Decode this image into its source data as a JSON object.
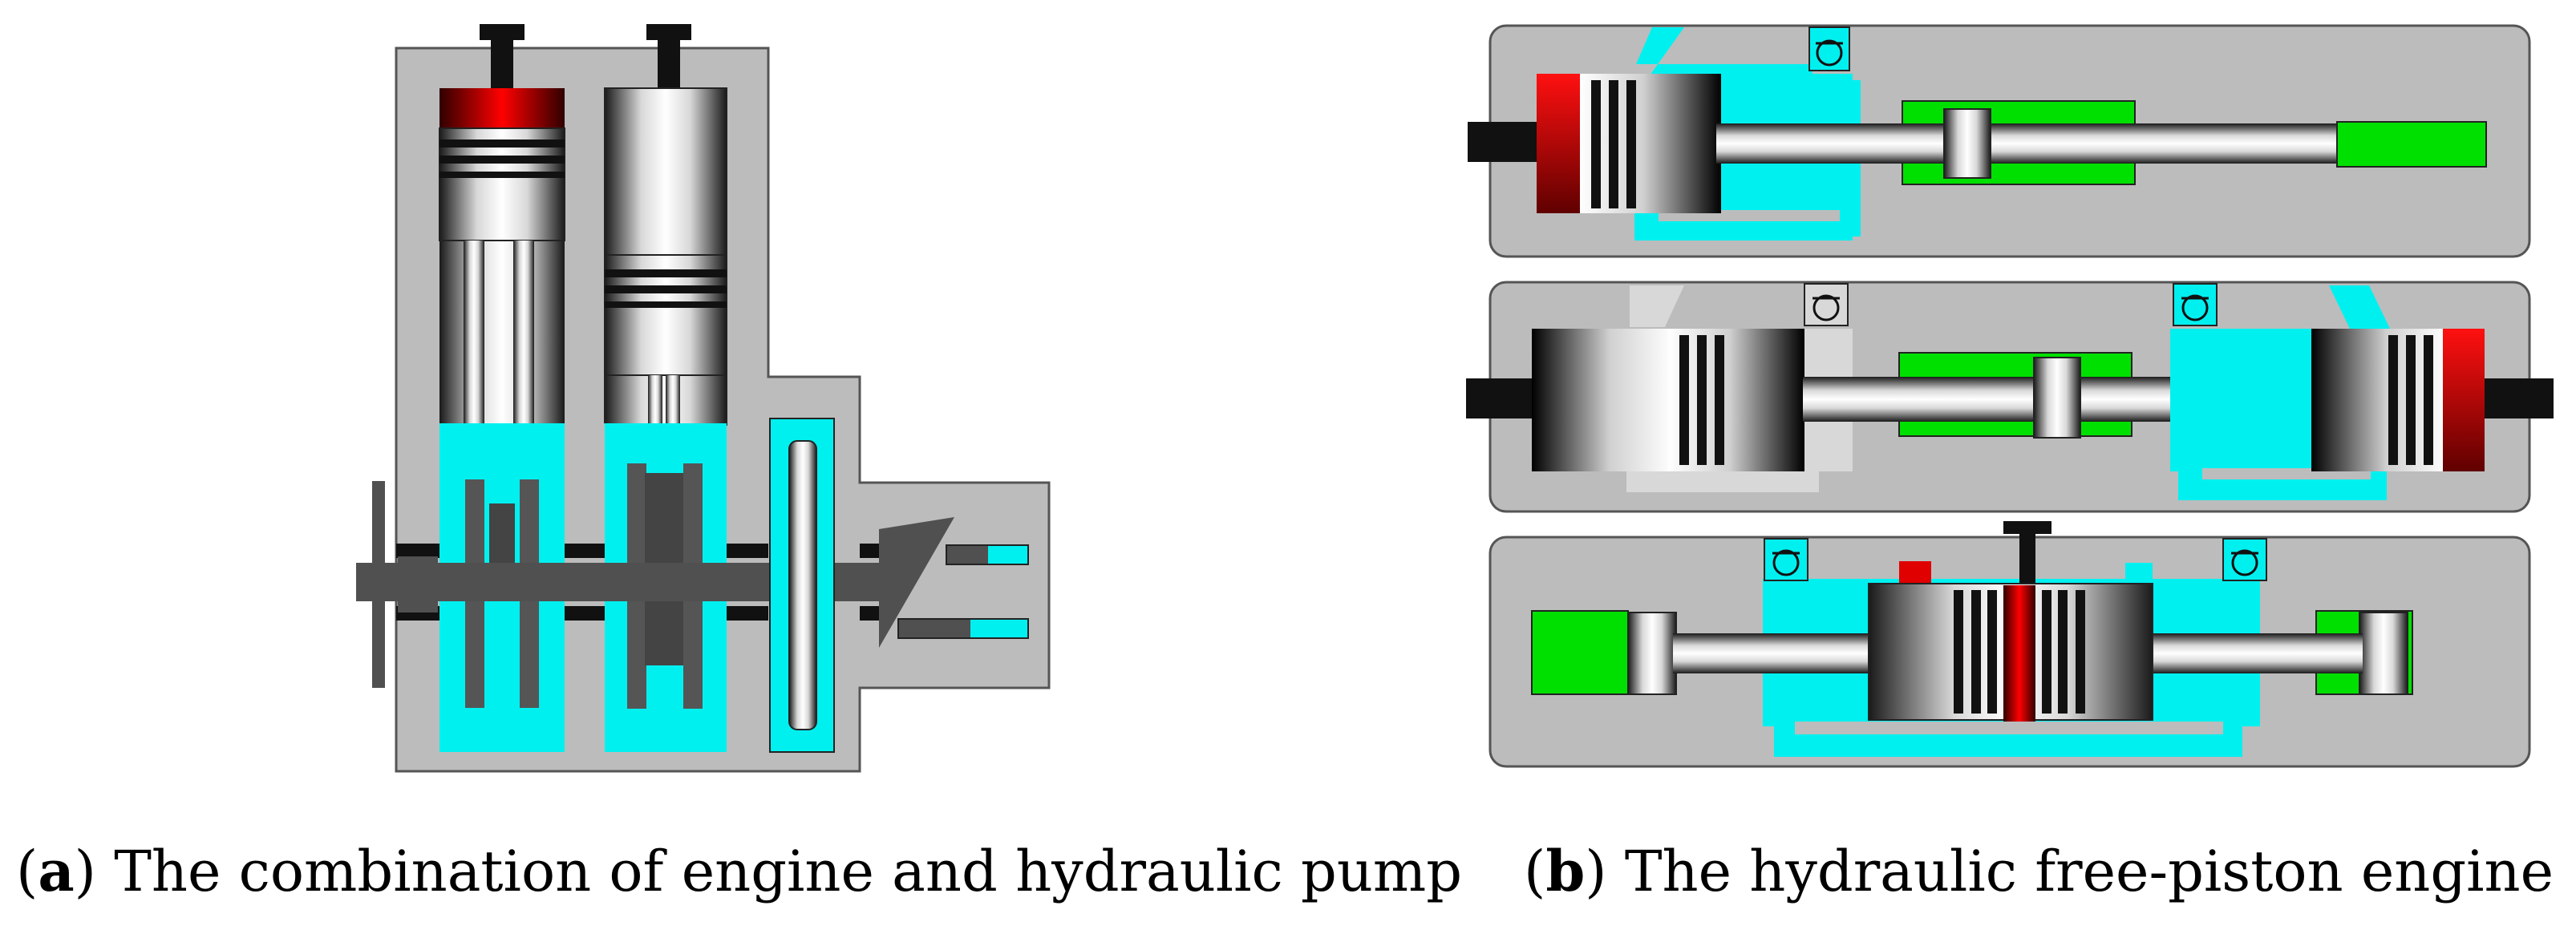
{
  "captions": {
    "a": {
      "letter": "a",
      "text": " The combination of engine and hydraulic pump"
    },
    "b": {
      "letter": "b",
      "text": " The hydraulic free-piston engine"
    }
  },
  "colors": {
    "housing": "#bcbcbc",
    "housing_stroke": "#555555",
    "hydraulic_oil": "#00f0f0",
    "combustion": "#e00000",
    "accumulator": "#00e000",
    "shaft": "#505050",
    "dark": "#111111"
  },
  "icons": [
    "check-valve-icon"
  ]
}
